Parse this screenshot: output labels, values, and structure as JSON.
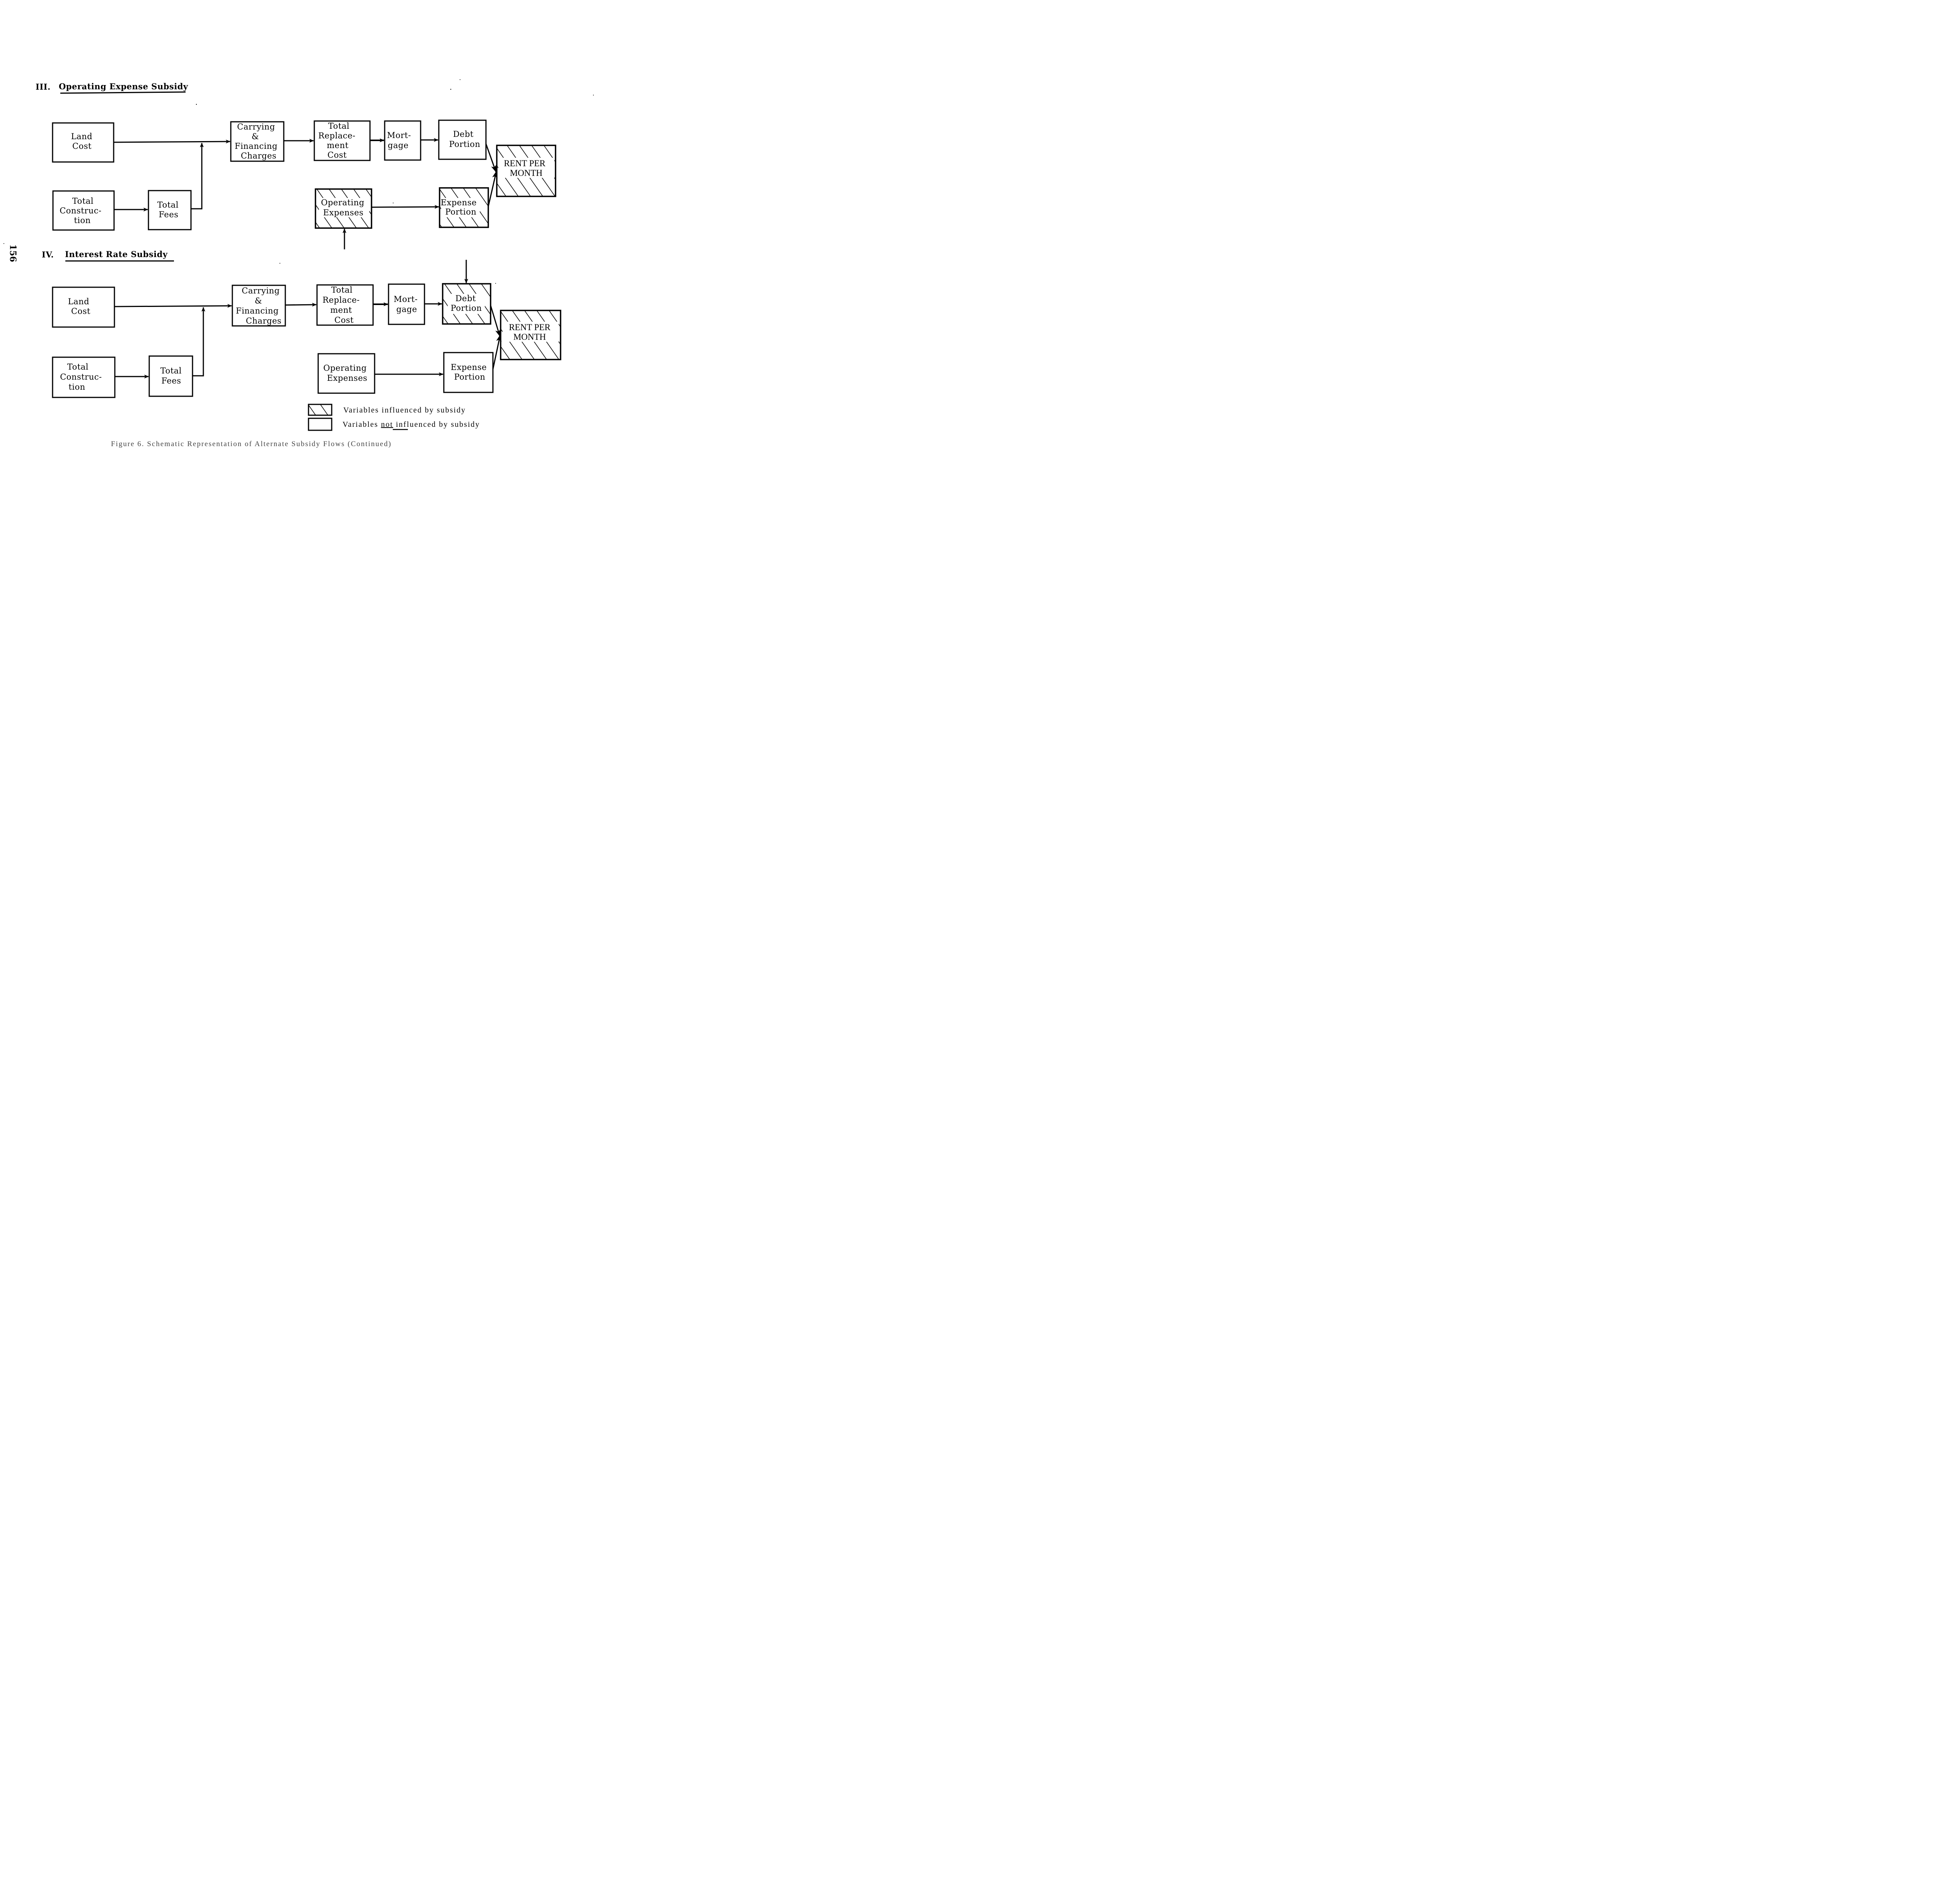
{
  "page_number": "156",
  "sections": [
    {
      "id": "III",
      "numeral": "III.",
      "title": "Operating Expense Subsidy",
      "boxes": {
        "land_cost": {
          "lines": [
            "Land",
            "Cost"
          ],
          "influenced": false
        },
        "total_construction": {
          "lines": [
            "Total",
            "Construc-",
            "tion"
          ],
          "influenced": false
        },
        "total_fees": {
          "lines": [
            "Total",
            "Fees"
          ],
          "influenced": false
        },
        "carrying_financing": {
          "lines": [
            "Carrying",
            "&",
            "Financing",
            "Charges"
          ],
          "influenced": false
        },
        "total_replacement": {
          "lines": [
            "Total",
            "Replace-",
            "ment",
            "Cost"
          ],
          "influenced": false
        },
        "mortgage": {
          "lines": [
            "Mort-",
            "gage"
          ],
          "influenced": false
        },
        "debt_portion": {
          "lines": [
            "Debt",
            "Portion"
          ],
          "influenced": false
        },
        "operating_expenses": {
          "lines": [
            "Operating",
            "Expenses"
          ],
          "influenced": true
        },
        "expense_portion": {
          "lines": [
            "Expense",
            "Portion"
          ],
          "influenced": true
        },
        "rent_per_month": {
          "lines": [
            "RENT PER",
            "MONTH"
          ],
          "influenced": true
        }
      }
    },
    {
      "id": "IV",
      "numeral": "IV.",
      "title": "Interest Rate Subsidy",
      "boxes": {
        "land_cost": {
          "lines": [
            "Land",
            "Cost"
          ],
          "influenced": false
        },
        "total_construction": {
          "lines": [
            "Total",
            "Construc-",
            "tion"
          ],
          "influenced": false
        },
        "total_fees": {
          "lines": [
            "Total",
            "Fees"
          ],
          "influenced": false
        },
        "carrying_financing": {
          "lines": [
            "Carrying",
            "&",
            "Financing",
            "Charges"
          ],
          "influenced": false
        },
        "total_replacement": {
          "lines": [
            "Total",
            "Replace-",
            "ment",
            "Cost"
          ],
          "influenced": false
        },
        "mortgage": {
          "lines": [
            "Mort-",
            "gage"
          ],
          "influenced": false
        },
        "debt_portion": {
          "lines": [
            "Debt",
            "Portion"
          ],
          "influenced": true
        },
        "operating_expenses": {
          "lines": [
            "Operating",
            "Expenses"
          ],
          "influenced": false
        },
        "expense_portion": {
          "lines": [
            "Expense",
            "Portion"
          ],
          "influenced": false
        },
        "rent_per_month": {
          "lines": [
            "RENT PER",
            "MONTH"
          ],
          "influenced": true
        }
      }
    }
  ],
  "legend": {
    "influenced_label": "Variables influenced by subsidy",
    "not_influenced_prefix": "Variables ",
    "not_influenced_emphasis": "not",
    "not_influenced_suffix": " influenced by subsidy"
  },
  "caption": "Figure 6.  Schematic Representation of Alternate Subsidy Flows (Continued)"
}
